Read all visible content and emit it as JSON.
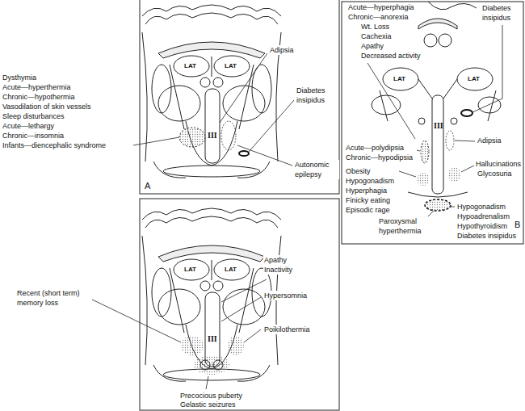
{
  "diagram": {
    "labels": [
      "Dysthymia",
      "Acute—hyperthermia",
      "Chronic—hypothermia",
      "Vasodilation of skin vessels",
      "Sleep disturbances",
      "Acute—lethargy",
      "Chronic—insomnia",
      "Infants—diencephalic syndrome",
      "LAT",
      "LAT",
      "III",
      "Adipsia",
      "Diabetes insipidus",
      "Autonomic epilepsy",
      "A",
      "Acute—hyperphagia",
      "Chronic—anorexia",
      "Wt. Loss",
      "Cachexia",
      "Apathy",
      "Decreased activity",
      "Diabetes insipidus",
      "LAT",
      "LAT",
      "III",
      "Acute—polydipsia",
      "Chronic—hypodipsia",
      "Obesity",
      "Hypogonadism",
      "Hyperphagia",
      "Finicky eating",
      "Episodic rage",
      "Adipsia",
      "Hallucinations",
      "Glycosuria",
      "Paroxysmal hyperthermia",
      "Hypogonadism",
      "Hypoadrenalism",
      "Hypothyroidism",
      "Diabetes insipidus",
      "B",
      "LAT",
      "LAT",
      "III",
      "Apathy Inactivity",
      "Hypersomnia",
      "Recent (short term) memory loss",
      "Poikilothermia",
      "Precocious puberty",
      "Gelastic seizures"
    ]
  }
}
